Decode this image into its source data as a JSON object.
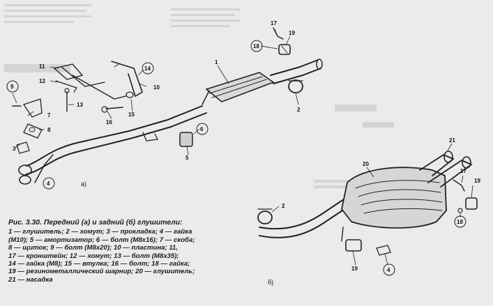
{
  "figure": {
    "title": "Рис. 3.30. Передний (а) и задний (б) глушители:",
    "legend": [
      {
        "n": "1",
        "label": "глушитель"
      },
      {
        "n": "2",
        "label": "хомут"
      },
      {
        "n": "3",
        "label": "прокладка"
      },
      {
        "n": "4",
        "label": "гайка (М10)"
      },
      {
        "n": "5",
        "label": "амортизатор"
      },
      {
        "n": "6",
        "label": "болт (М8х16)"
      },
      {
        "n": "7",
        "label": "скоба"
      },
      {
        "n": "8",
        "label": "щиток"
      },
      {
        "n": "9",
        "label": "болт (М8х20)"
      },
      {
        "n": "10",
        "label": "пластина"
      },
      {
        "n": "11",
        "label": ""
      },
      {
        "n": "17",
        "label": "кронштейн"
      },
      {
        "n": "12",
        "label": "хомут"
      },
      {
        "n": "13",
        "label": "болт (М8х35)"
      },
      {
        "n": "14",
        "label": "гайка (М8)"
      },
      {
        "n": "15",
        "label": "втулка"
      },
      {
        "n": "16",
        "label": "болт"
      },
      {
        "n": "18",
        "label": "гайка"
      },
      {
        "n": "19",
        "label": "резинометаллический шарнир"
      },
      {
        "n": "20",
        "label": "глушитель"
      },
      {
        "n": "21",
        "label": "насадка"
      }
    ],
    "caption_lines": [
      "1 — глушитель;  2 — хомут;  3 — прокладка;  4 — гайка",
      "(М10);  5 — амортизатор;  6 — болт  (М8х16);  7 — скоба;",
      "8 — щиток;   9 — болт   (М8х20);   10 — пластина;   11,",
      "17 — кронштейн;   12 — хомут;   13 — болт   (М8х35);",
      "14 — гайка  (М8);  15 — втулка;  16 — болт;  18 — гайка;",
      "19 — резинометаллический  шарнир;  20 — глушитель;",
      "21 — насадка"
    ]
  },
  "callouts": {
    "front": [
      "1",
      "2",
      "3",
      "4",
      "5",
      "6",
      "7",
      "8",
      "9",
      "10",
      "11",
      "12",
      "13",
      "14",
      "15",
      "16",
      "17",
      "18",
      "19"
    ],
    "rear": [
      "2",
      "4",
      "17",
      "18",
      "19",
      "19",
      "20",
      "21"
    ]
  },
  "subfigure_labels": {
    "a": "а)",
    "b": "б)"
  },
  "colors": {
    "background": "#ebebeb",
    "ink": "#1a1a1a",
    "ghost_text": "#bdbdbd"
  }
}
